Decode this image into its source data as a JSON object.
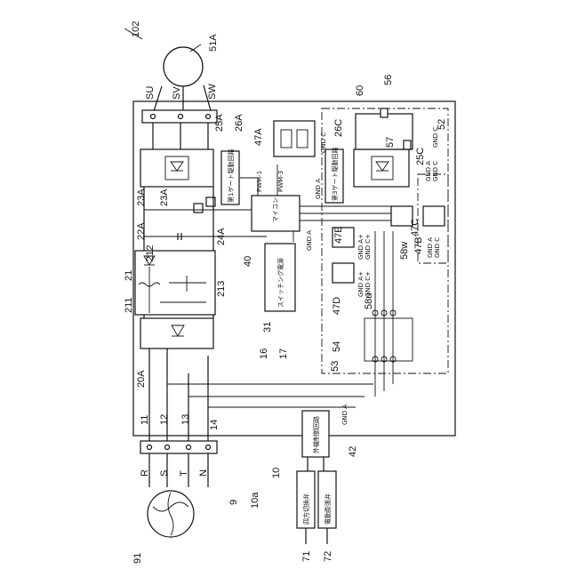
{
  "labels": {
    "fig": "102",
    "motor": "51A",
    "su": "SU",
    "sv": "SV",
    "sw": "SW",
    "r": "R",
    "s": "S",
    "t": "T",
    "n": "N",
    "n60": "60",
    "n56": "56",
    "n52": "52",
    "n57": "57",
    "n25a": "25A",
    "n26a": "26A",
    "n47a": "47A",
    "n26c": "26C",
    "n25c": "25C",
    "n23a": "23A",
    "n22a": "22A",
    "n24a": "24A",
    "n212": "212",
    "n21": "21",
    "n211": "211",
    "n213": "213",
    "n40": "40",
    "n47e": "47E",
    "n47c": "47C",
    "n47b": "47B",
    "n58w": "58w",
    "n47d": "47D",
    "n58u": "58u",
    "n31": "31",
    "n16": "16",
    "n17": "17",
    "n54": "54",
    "n53": "53",
    "n20a": "20A",
    "n11": "11",
    "n12": "12",
    "n13": "13",
    "n14": "14",
    "n42": "42",
    "n9": "9",
    "n10a": "10a",
    "n10": "10",
    "n91": "91",
    "n71": "71",
    "n72": "72"
  },
  "texts": {
    "gate1": "第1ゲート駆動回路",
    "gate3": "第3ゲート駆動回路",
    "micon": "マイコン",
    "sw_power": "スイッチング電源",
    "outdoor_ctrl": "外機制御回路",
    "four_way": "四方切換弁",
    "exp_valve": "電動膨張弁",
    "pwm1": "PWM-1",
    "pwm3": "PWM-3",
    "gnd_a": "GND A",
    "gnd_c": "GND C",
    "gnd_a_plus": "GND A+",
    "gnd_c_plus": "GND C+"
  }
}
